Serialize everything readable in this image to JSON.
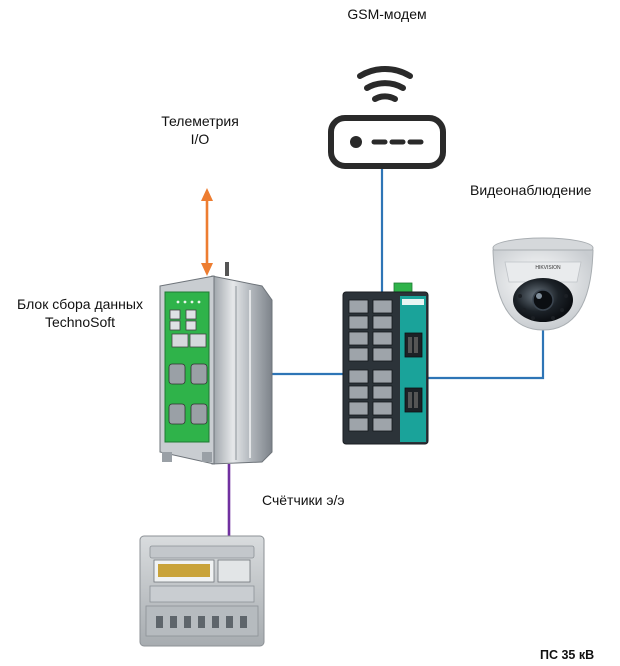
{
  "diagram": {
    "nodes": [
      {
        "id": "gsm_modem",
        "label": "GSM-модем",
        "icon": "wifi-router-icon"
      },
      {
        "id": "telemetry",
        "label_line1": "Телеметрия",
        "label_line2": "I/O"
      },
      {
        "id": "video",
        "label": "Видеонаблюдение",
        "icon": "dome-camera-icon"
      },
      {
        "id": "data_unit",
        "label_line1": "Блок сбора данных",
        "label_line2": "TechnoSoft",
        "icon": "industrial-pc-icon"
      },
      {
        "id": "switch",
        "label": "",
        "icon": "ethernet-switch-icon"
      },
      {
        "id": "meters",
        "label": "Счётчики э/э",
        "icon": "electricity-meter-icon"
      }
    ],
    "links": [
      {
        "from": "switch",
        "to": "gsm_modem",
        "color": "#2e75b6"
      },
      {
        "from": "data_unit",
        "to": "switch",
        "color": "#2e75b6"
      },
      {
        "from": "switch",
        "to": "video",
        "color": "#2e75b6"
      },
      {
        "from": "data_unit",
        "to": "meters",
        "color": "#7030a0"
      },
      {
        "from": "telemetry",
        "to": "data_unit",
        "color": "#ed7d31",
        "bidirectional": true
      }
    ],
    "footer": "ПС 35 кВ"
  },
  "colors": {
    "ethernet": "#2e75b6",
    "rs485": "#7030a0",
    "io": "#ed7d31",
    "pcb_green": "#2fb34a",
    "switch_body": "#2c3339",
    "switch_accent": "#1aa39a"
  }
}
